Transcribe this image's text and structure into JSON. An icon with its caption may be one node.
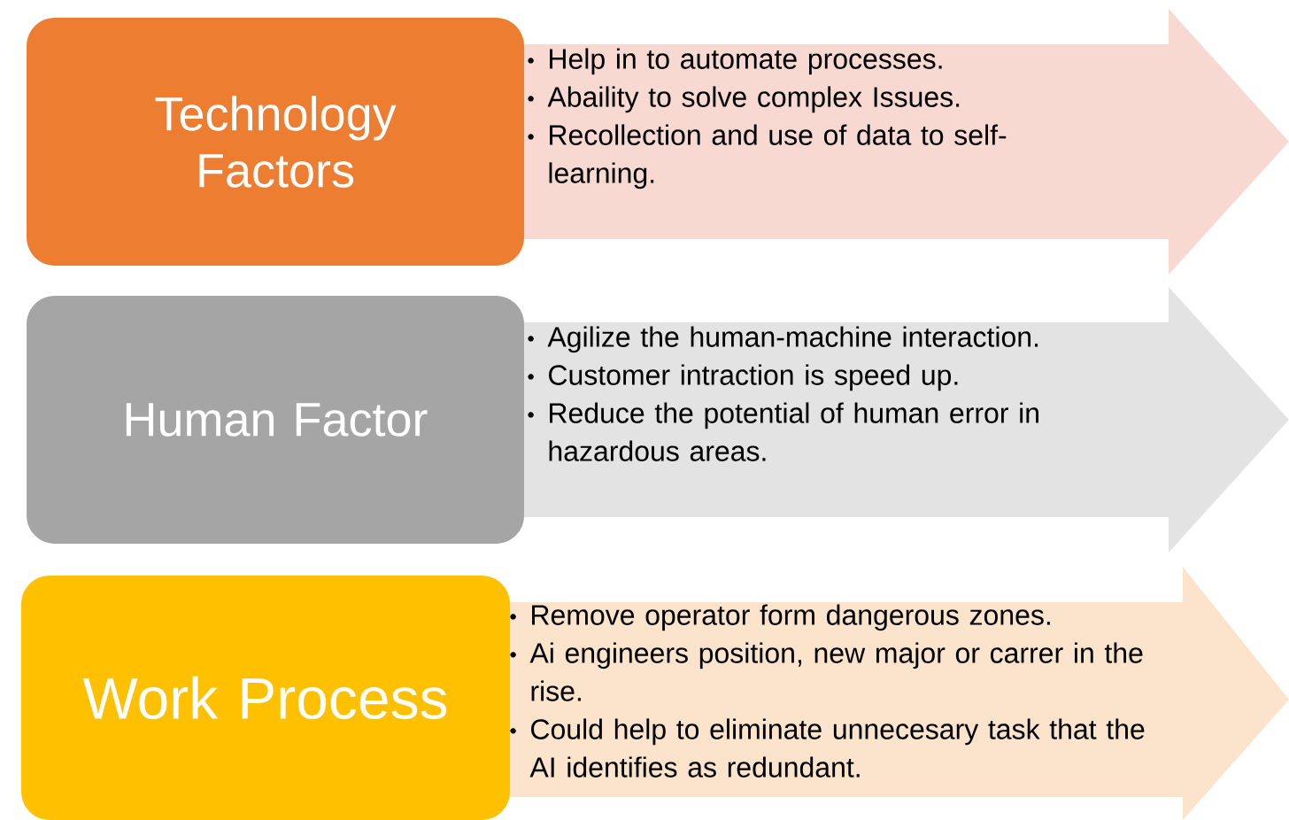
{
  "diagram": {
    "nodes": [
      {
        "text": [
          "Technology Factors"
        ]
      },
      {
        "text": [
          "Help in to automate processes.",
          "Abaility to solve complex Issues.",
          "Recollection and use of data to self-learning."
        ]
      },
      {
        "text": [
          "Human Factor"
        ]
      },
      {
        "text": [
          "Agilize the human-machine interaction.",
          "Customer intraction is speed up.",
          "Reduce the potential of human error in hazardous areas."
        ]
      },
      {
        "text": [
          "Work Process"
        ]
      },
      {
        "text": [
          "Remove operator form dangerous zones.",
          "Ai engineers position, new major or carrer in the rise.",
          "Could help to eliminate unnecesary task that the AI identifies as redundant."
        ]
      }
    ]
  }
}
